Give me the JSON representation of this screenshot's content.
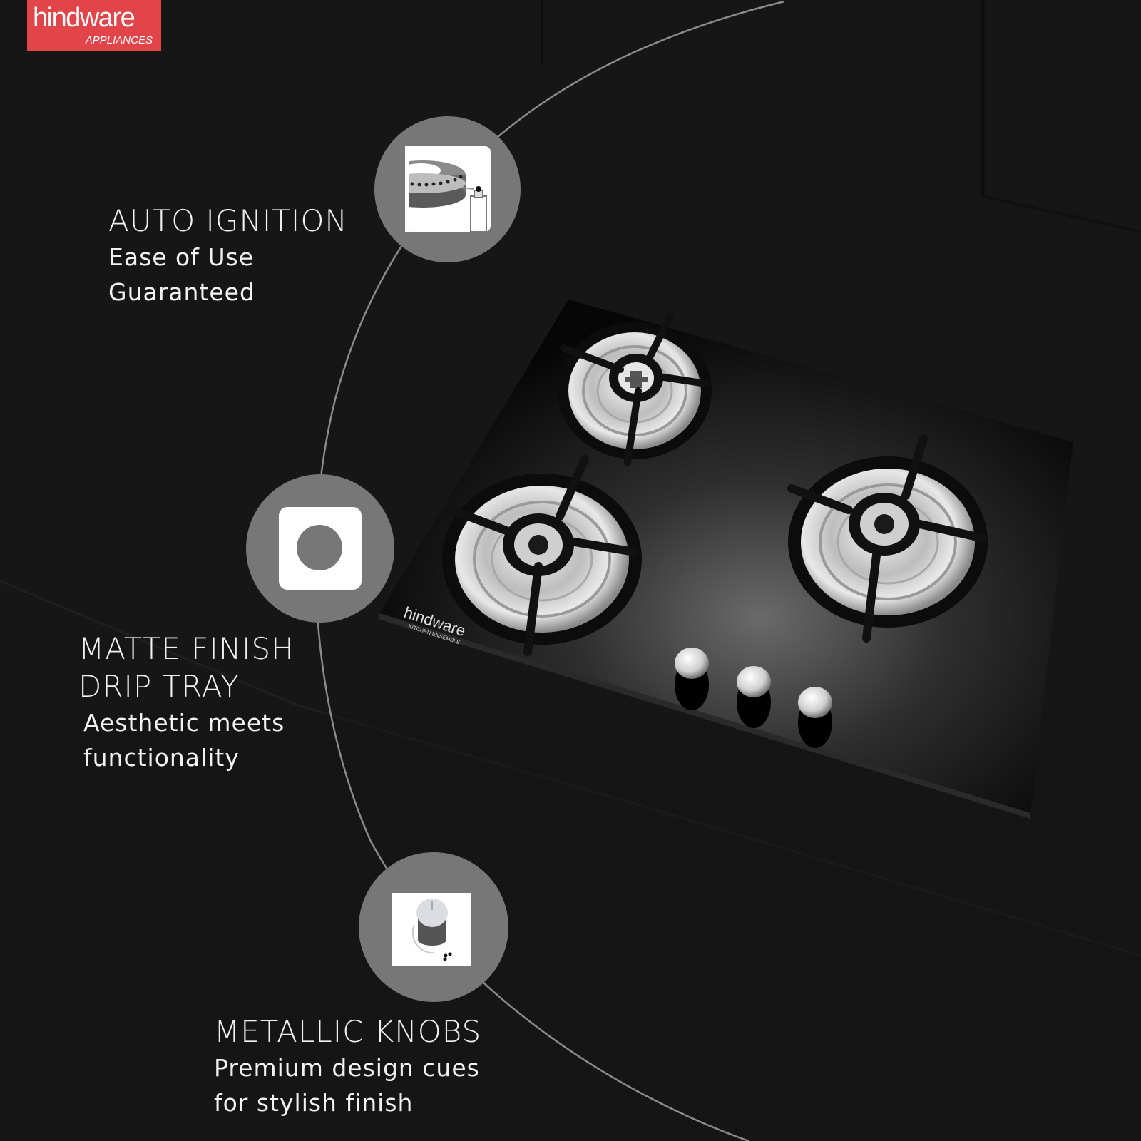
{
  "brand": {
    "name": "hindware",
    "subtitle": "APPLIANCES",
    "color": "#e1454a"
  },
  "features": [
    {
      "title": "AUTO IGNITION",
      "description": "Ease of Use\nGuaranteed",
      "icon": "auto-ignition-burner-icon"
    },
    {
      "title": "MATTE FINISH\nDRIP TRAY",
      "description": "Aesthetic meets\nfunctionality",
      "icon": "drip-tray-icon"
    },
    {
      "title": "METALLIC KNOBS",
      "description": "Premium design cues\nfor stylish finish",
      "icon": "knob-icon"
    }
  ],
  "product": {
    "type": "3-burner glass gas hob",
    "logo_text": "hindware",
    "logo_subtext": "KITCHEN ENSEMBLE",
    "burners": 3,
    "knobs": 3
  },
  "colors": {
    "background": "#161616",
    "badge": "#777777",
    "arc": "#8a8a8a",
    "text": "#f2f2f2"
  }
}
